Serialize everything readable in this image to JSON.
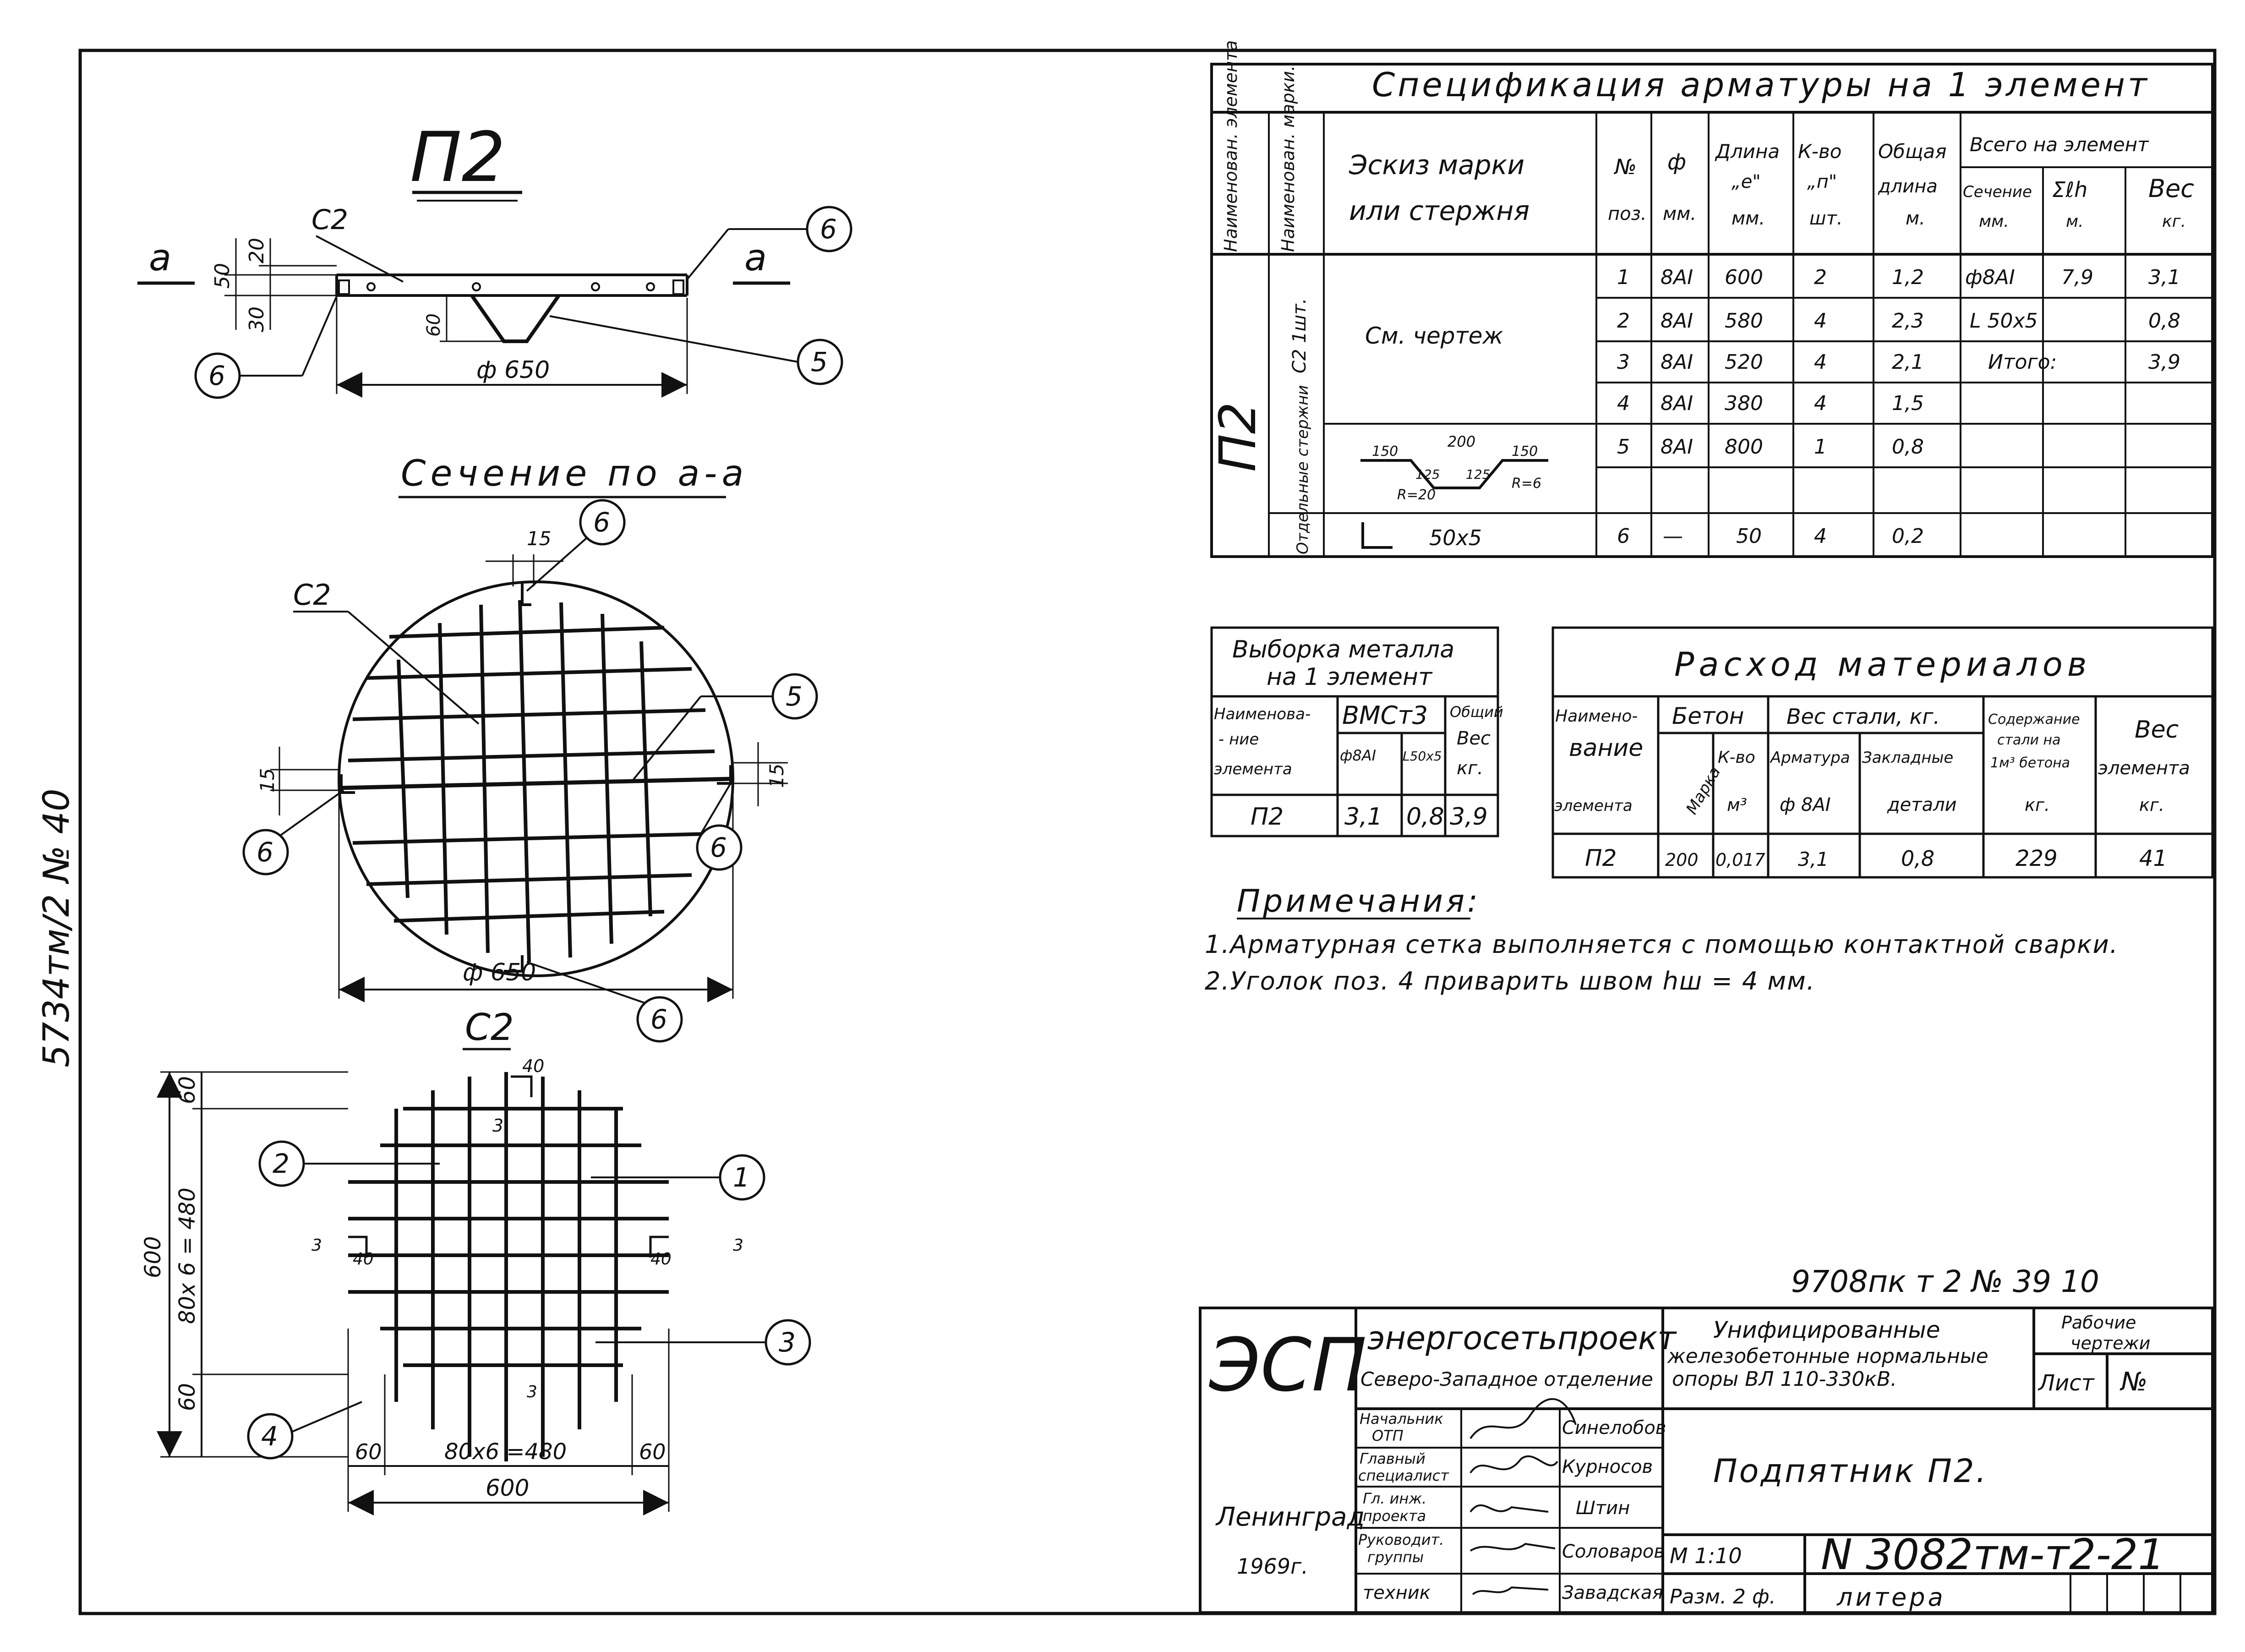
{
  "margin_note": "5734тм/2 № 40",
  "drawing": {
    "title": "П2",
    "section_title": "Сечение по а-а",
    "mesh_title": "С2",
    "marks": {
      "p1": "1",
      "p2": "2",
      "p3": "3",
      "p4": "4",
      "p5": "5",
      "p6": "6",
      "c2": "С2",
      "a_left": "а",
      "a_right": "а"
    },
    "dims": {
      "top_50": "50",
      "top_20": "20",
      "top_30": "30",
      "top_60": "60",
      "phi650_top": "ф 650",
      "phi650_sec": "ф 650",
      "d15_top": "15",
      "d15_left": "15",
      "d15_right": "15",
      "m60_top": "60",
      "m60_bottom": "60",
      "m600_left": "600",
      "m80x6_left": "80х 6 = 480",
      "m60_bl": "60",
      "m80x6_bottom": "80х6 =480",
      "m60_br": "60",
      "m600_bottom": "600",
      "m40_top": "40",
      "m40_left": "40",
      "m40_right": "40",
      "m3_top": "3",
      "m3_left": "3",
      "m3_right": "3",
      "m3_bottom": "3"
    }
  },
  "spec": {
    "title": "Спецификация арматуры на 1 элемент",
    "headers": {
      "elem": "Наименован. элемента",
      "mark": "Наименован. марки.",
      "sketch1": "Эскиз марки",
      "sketch2": "или стержня",
      "pos1": "№",
      "pos2": "поз.",
      "dia1": "ф",
      "dia2": "мм.",
      "len1": "Длина",
      "len2": "„е\"",
      "len3": "мм.",
      "qty1": "К-во",
      "qty2": "„п\"",
      "qty3": "шт.",
      "tot1": "Общая",
      "tot2": "длина",
      "tot3": "м.",
      "all": "Всего на элемент",
      "sec1": "Сечение",
      "sec2": "мм.",
      "sum1": "Σℓh",
      "sum2": "м.",
      "wt1": "Вес",
      "wt2": "кг."
    },
    "element": "П2",
    "mark_c2": "С2 1шт.",
    "mark_sep": "Отдельные стержни",
    "see_drawing": "См. чертеж",
    "angle_label": "50х5",
    "bend": {
      "d200": "200",
      "d150a": "150",
      "d150b": "150",
      "d125a": "125",
      "d125b": "125",
      "r20": "R=20",
      "r6": "R=6"
    },
    "rows": [
      {
        "pos": "1",
        "dia": "8AI",
        "len": "600",
        "qty": "2",
        "total": "1,2"
      },
      {
        "pos": "2",
        "dia": "8AI",
        "len": "580",
        "qty": "4",
        "total": "2,3"
      },
      {
        "pos": "3",
        "dia": "8AI",
        "len": "520",
        "qty": "4",
        "total": "2,1"
      },
      {
        "pos": "4",
        "dia": "8AI",
        "len": "380",
        "qty": "4",
        "total": "1,5"
      },
      {
        "pos": "5",
        "dia": "8AI",
        "len": "800",
        "qty": "1",
        "total": "0,8"
      },
      {
        "pos": "6",
        "dia": "—",
        "len": "50",
        "qty": "4",
        "total": "0,2"
      }
    ],
    "summary": [
      {
        "section": "ф8AI",
        "sum": "7,9",
        "weight": "3,1"
      },
      {
        "section": "L 50х5",
        "sum": "",
        "weight": "0,8"
      },
      {
        "section": "Итого:",
        "sum": "",
        "weight": "3,9"
      }
    ]
  },
  "metal": {
    "title1": "Выборка металла",
    "title2": "на 1 элемент",
    "h_name1": "Наименова-",
    "h_name2": "- ние",
    "h_name3": "элемента",
    "h_grade": "ВМСт3",
    "h_total1": "Общий",
    "h_total2": "Вес",
    "h_total3": "кг.",
    "h_c1": "ф8AI",
    "h_c2": "L50х5",
    "row": {
      "name": "П2",
      "c1": "3,1",
      "c2": "0,8",
      "total": "3,9"
    }
  },
  "materials": {
    "title": "Расход материалов",
    "h_name1": "Наимено-",
    "h_name2": "вание",
    "h_name3": "элемента",
    "h_concrete": "Бетон",
    "h_mark": "Марка",
    "h_qty1": "К-во",
    "h_qty2": "м³",
    "h_steel": "Вес стали, кг.",
    "h_arm1": "Арматура",
    "h_arm2": "ф 8AI",
    "h_emb1": "Закладные",
    "h_emb2": "детали",
    "h_cont1": "Содержание",
    "h_cont2": "стали на",
    "h_cont3": "1м³ бетона",
    "h_cont4": "кг.",
    "h_wt1": "Вес",
    "h_wt2": "элемента",
    "h_wt3": "кг.",
    "row": {
      "name": "П2",
      "mark": "200",
      "qty": "0,017",
      "arm": "3,1",
      "emb": "0,8",
      "cont": "229",
      "weight": "41"
    }
  },
  "notes": {
    "title": "Примечания:",
    "items": [
      "1.Арматурная сетка выполняется с помощью контактной сварки.",
      "2.Уголок поз. 4 приварить швом hш = 4 мм."
    ]
  },
  "stamp_note": "9708пк т 2 № 39 10",
  "title_block": {
    "logo": "ЭСП",
    "org1": "энергосетьпроект",
    "org2": "Северо-Западное отделение",
    "project1": "Унифицированные",
    "project2": "железобетонные нормальные",
    "project3": "опоры ВЛ 110-330кВ.",
    "stage1": "Рабочие",
    "stage2": "чертежи",
    "sheet_label": "Лист",
    "sheet_no": "№",
    "city": "Ленинград",
    "year": "1969г.",
    "roles": [
      {
        "role1": "Начальник",
        "role2": "ОТП",
        "name": "Синелобов"
      },
      {
        "role1": "Главный",
        "role2": "специалист",
        "name": "Курносов"
      },
      {
        "role1": "Гл. инж.",
        "role2": "проекта",
        "name": "Штин"
      },
      {
        "role1": "Руководит.",
        "role2": "группы",
        "name": "Соловаров"
      },
      {
        "role1": "техник",
        "role2": "",
        "name": "Завадская"
      }
    ],
    "drawing_name": "Подпятник П2.",
    "scale": "М 1:10",
    "size": "Разм. 2 ф.",
    "doc_no": "N 3082тм-т2-21",
    "litera": "литера"
  }
}
